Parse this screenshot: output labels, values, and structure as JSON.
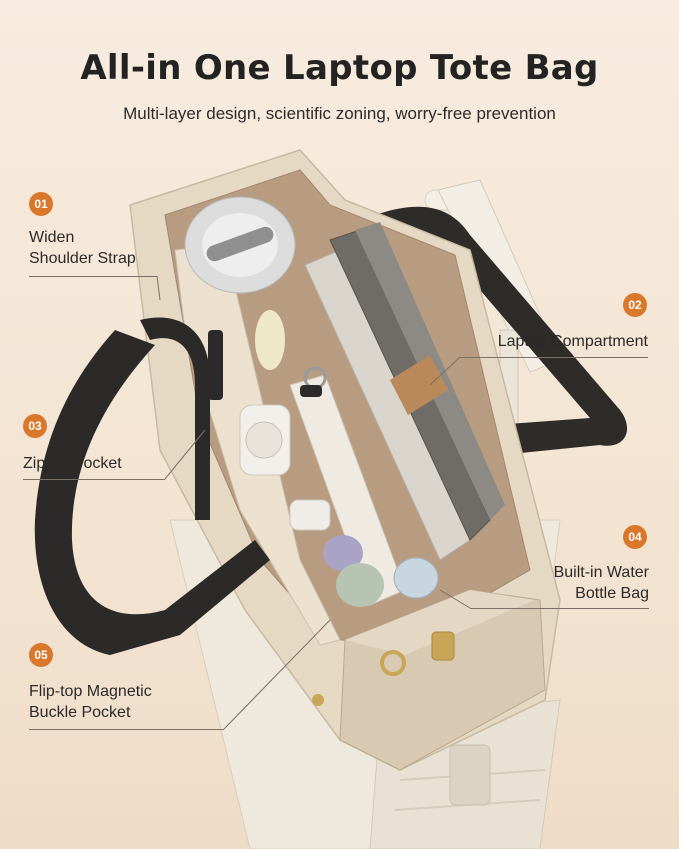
{
  "header": {
    "title": "All-in One Laptop Tote Bag",
    "subtitle": "Multi-layer design, scientific zoning, worry-free prevention"
  },
  "callouts": [
    {
      "number": "01",
      "label_line1": "Widen",
      "label_line2": "Shoulder Strap"
    },
    {
      "number": "02",
      "label_line1": "Laptop Compartment",
      "label_line2": ""
    },
    {
      "number": "03",
      "label_line1": "Zipper Pocket",
      "label_line2": ""
    },
    {
      "number": "04",
      "label_line1": "Built-in Water",
      "label_line2": "Bottle Bag"
    },
    {
      "number": "05",
      "label_line1": "Flip-top Magnetic",
      "label_line2": "Buckle Pocket"
    }
  ],
  "colors": {
    "accent": "#d9772b",
    "background": "#f5e8da",
    "bag_exterior": "#e8dcc8",
    "strap": "#2b2a28"
  }
}
